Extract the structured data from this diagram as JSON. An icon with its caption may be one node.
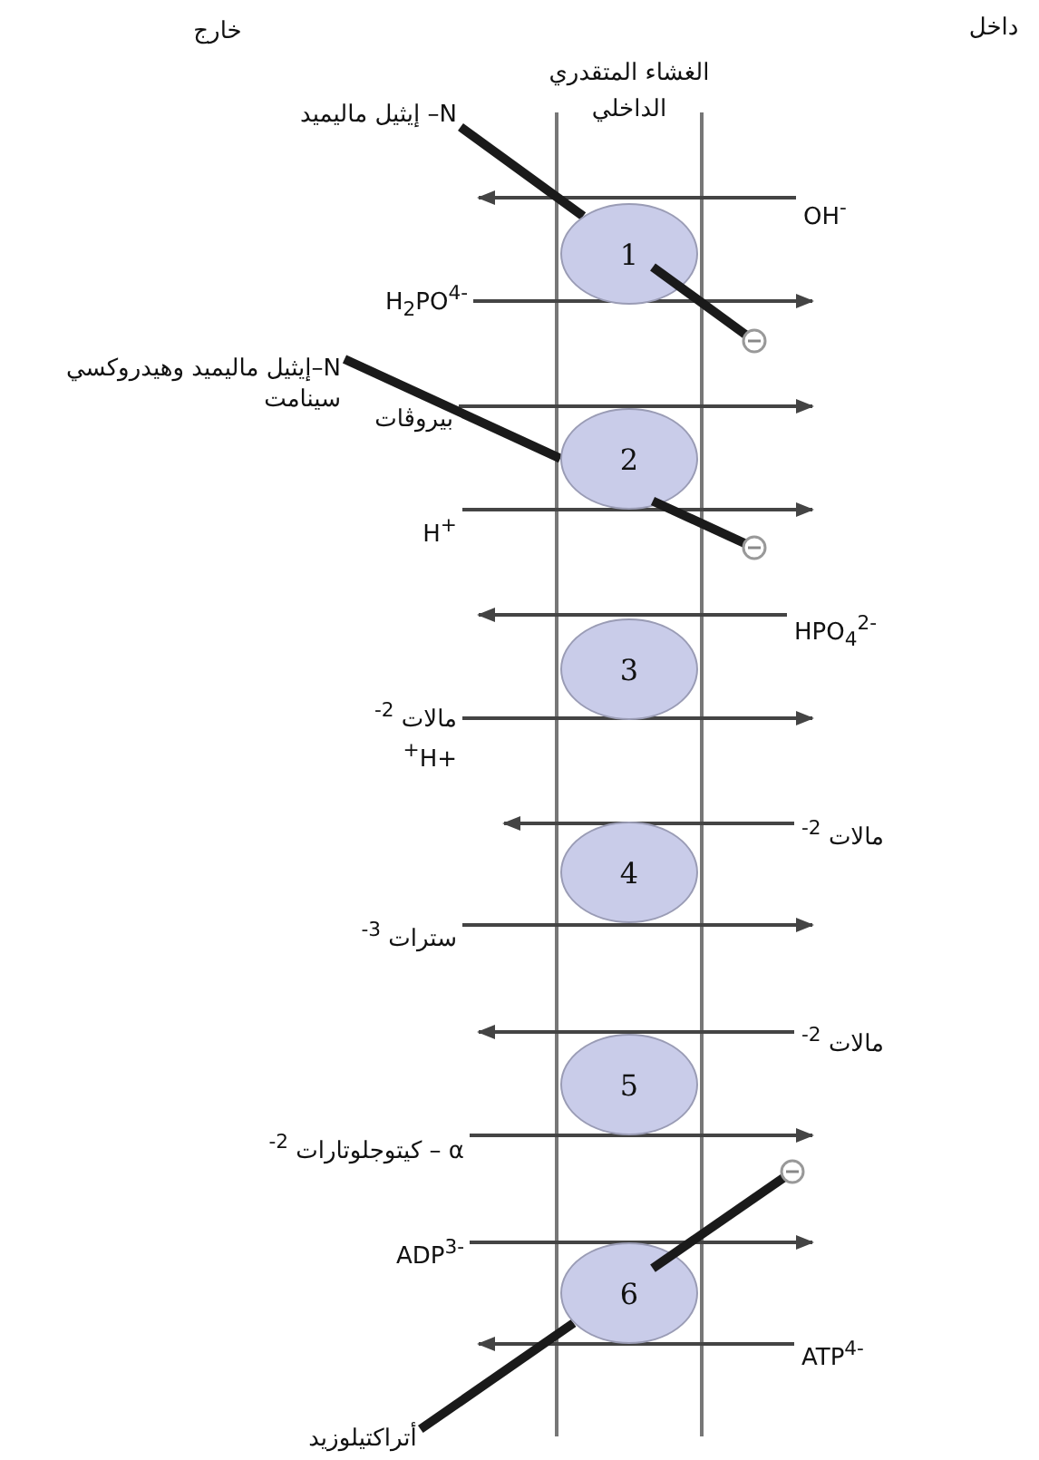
{
  "diagram": {
    "nodes": [
      {
        "text": [
          "N– إيثيل ماليميد"
        ]
      },
      {
        "text": [
          "OH$^{-}$"
        ]
      },
      {
        "text": [
          "1"
        ]
      },
      {
        "text": [
          "H$_{2}$PO$^{4-}$"
        ]
      },
      {
        "text": [
          "N–إيثيل ماليميد وهيدروكسي سينامت"
        ]
      },
      {
        "text": [
          "بيروڤات"
        ]
      },
      {
        "text": [
          "2"
        ]
      },
      {
        "text": [
          "H$^{+}$"
        ]
      },
      {
        "text": [
          "HPO$_{4}$$^{2-}$"
        ]
      },
      {
        "text": [
          "3"
        ]
      },
      {
        "text": [
          "مالات $^{2-}$ +H$^{+}$"
        ]
      },
      {
        "text": [
          "مالات $^{2-}$"
        ]
      },
      {
        "text": [
          "4"
        ]
      },
      {
        "text": [
          "سترات $^{3-}$"
        ]
      },
      {
        "text": [
          "مالات $^{2-}$"
        ]
      },
      {
        "text": [
          "5"
        ]
      },
      {
        "text": [
          "α – كيتوجلوتارات $^{2-}$"
        ]
      },
      {
        "text": [
          "ADP$^{3-}$"
        ]
      },
      {
        "text": [
          "6"
        ]
      },
      {
        "text": [
          "ATP$^{4-}$"
        ]
      },
      {
        "text": [
          "أتراكتيلوزيد"
        ]
      }
    ],
    "edges": [
      {
        "from": 1,
        "to": null,
        "arrow": "to"
      },
      {
        "from": 3,
        "to": null,
        "arrow": "to"
      },
      {
        "from": 5,
        "to": null,
        "arrow": "to"
      },
      {
        "from": 7,
        "to": null,
        "arrow": "to"
      },
      {
        "from": 8,
        "to": null,
        "arrow": "to"
      },
      {
        "from": 10,
        "to": null,
        "arrow": "to"
      },
      {
        "from": 11,
        "to": null,
        "arrow": "to"
      },
      {
        "from": 13,
        "to": null,
        "arrow": "to"
      },
      {
        "from": 14,
        "to": null,
        "arrow": "to"
      },
      {
        "from": 16,
        "to": null,
        "arrow": "to"
      },
      {
        "from": 17,
        "to": null,
        "arrow": "to"
      },
      {
        "from": 19,
        "to": null,
        "arrow": "to"
      },
      {
        "from": 0,
        "to": 2,
        "arrow": "none",
        "style": "thick"
      },
      {
        "from": 4,
        "to": 6,
        "arrow": "none",
        "style": "thick"
      },
      {
        "from": 20,
        "to": 18,
        "arrow": "none",
        "style": "thick"
      }
    ],
    "labels": [
      "داخل",
      "الغشاء المتقدري الداخلي",
      "خارج"
    ]
  }
}
